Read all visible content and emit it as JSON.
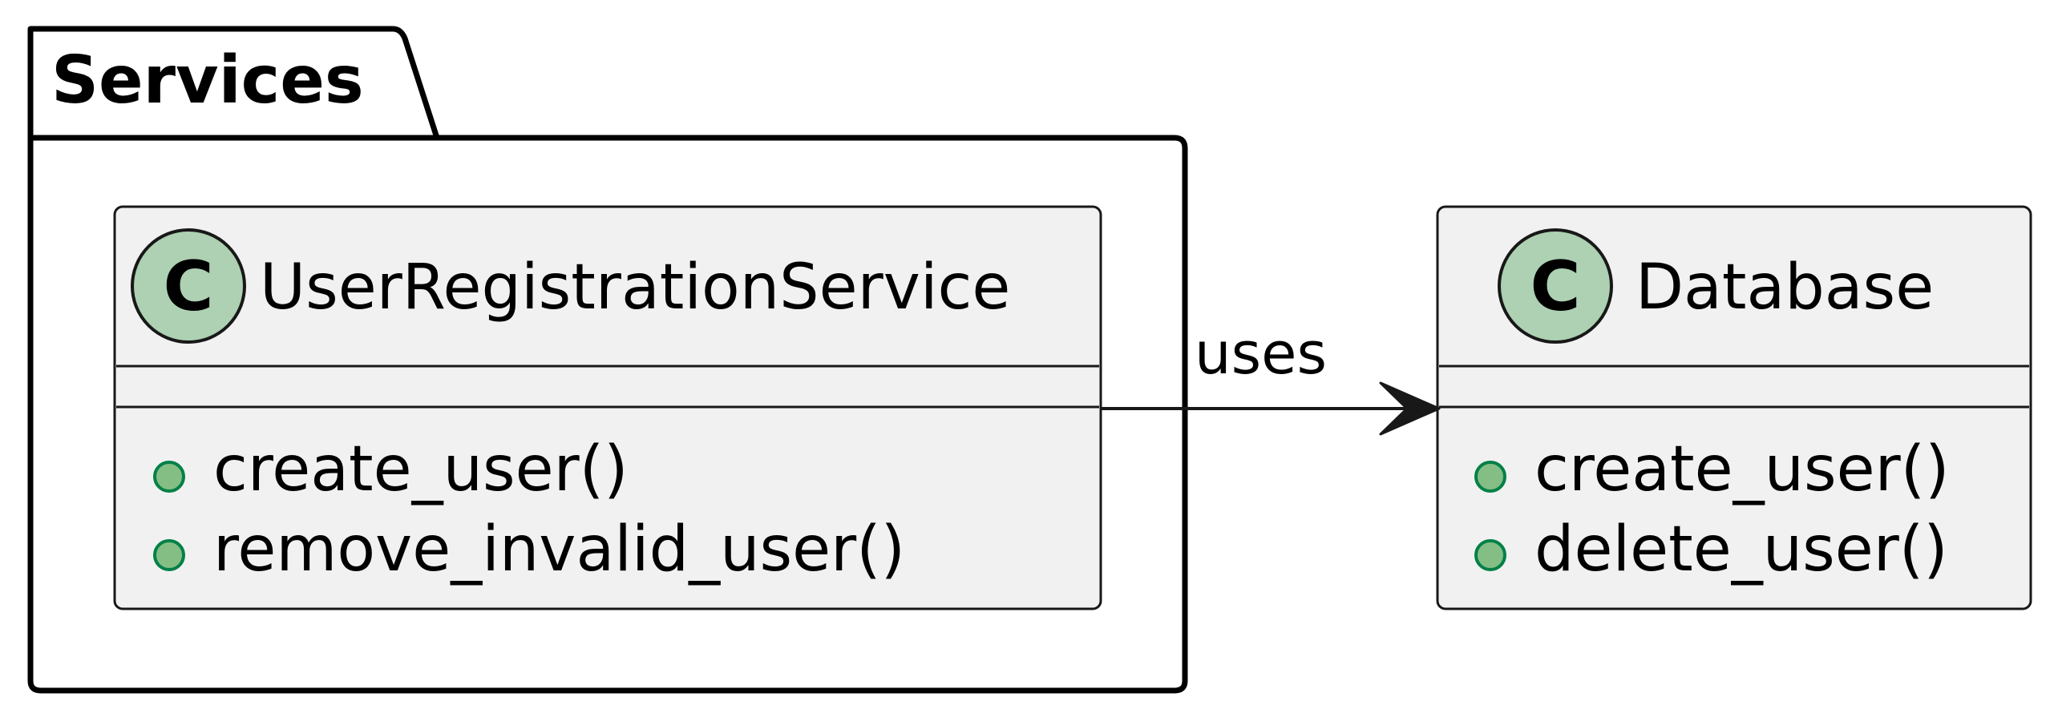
{
  "package": {
    "name": "Services"
  },
  "classes": [
    {
      "id": "user-registration-service",
      "name": "UserRegistrationService",
      "stereotype_letter": "C",
      "attributes": [],
      "methods": [
        {
          "visibility": "public",
          "signature": "create_user()"
        },
        {
          "visibility": "public",
          "signature": "remove_invalid_user()"
        }
      ]
    },
    {
      "id": "database",
      "name": "Database",
      "stereotype_letter": "C",
      "attributes": [],
      "methods": [
        {
          "visibility": "public",
          "signature": "create_user()"
        },
        {
          "visibility": "public",
          "signature": "delete_user()"
        }
      ]
    }
  ],
  "relations": [
    {
      "from": "user-registration-service",
      "to": "database",
      "label": "uses",
      "arrow": "open"
    }
  ],
  "colors": {
    "class_fill": "#f1f1f1",
    "stereotype_fill": "#add1b2",
    "visibility_public_fill": "#84be84",
    "visibility_public_stroke": "#038048",
    "line": "#181818"
  }
}
